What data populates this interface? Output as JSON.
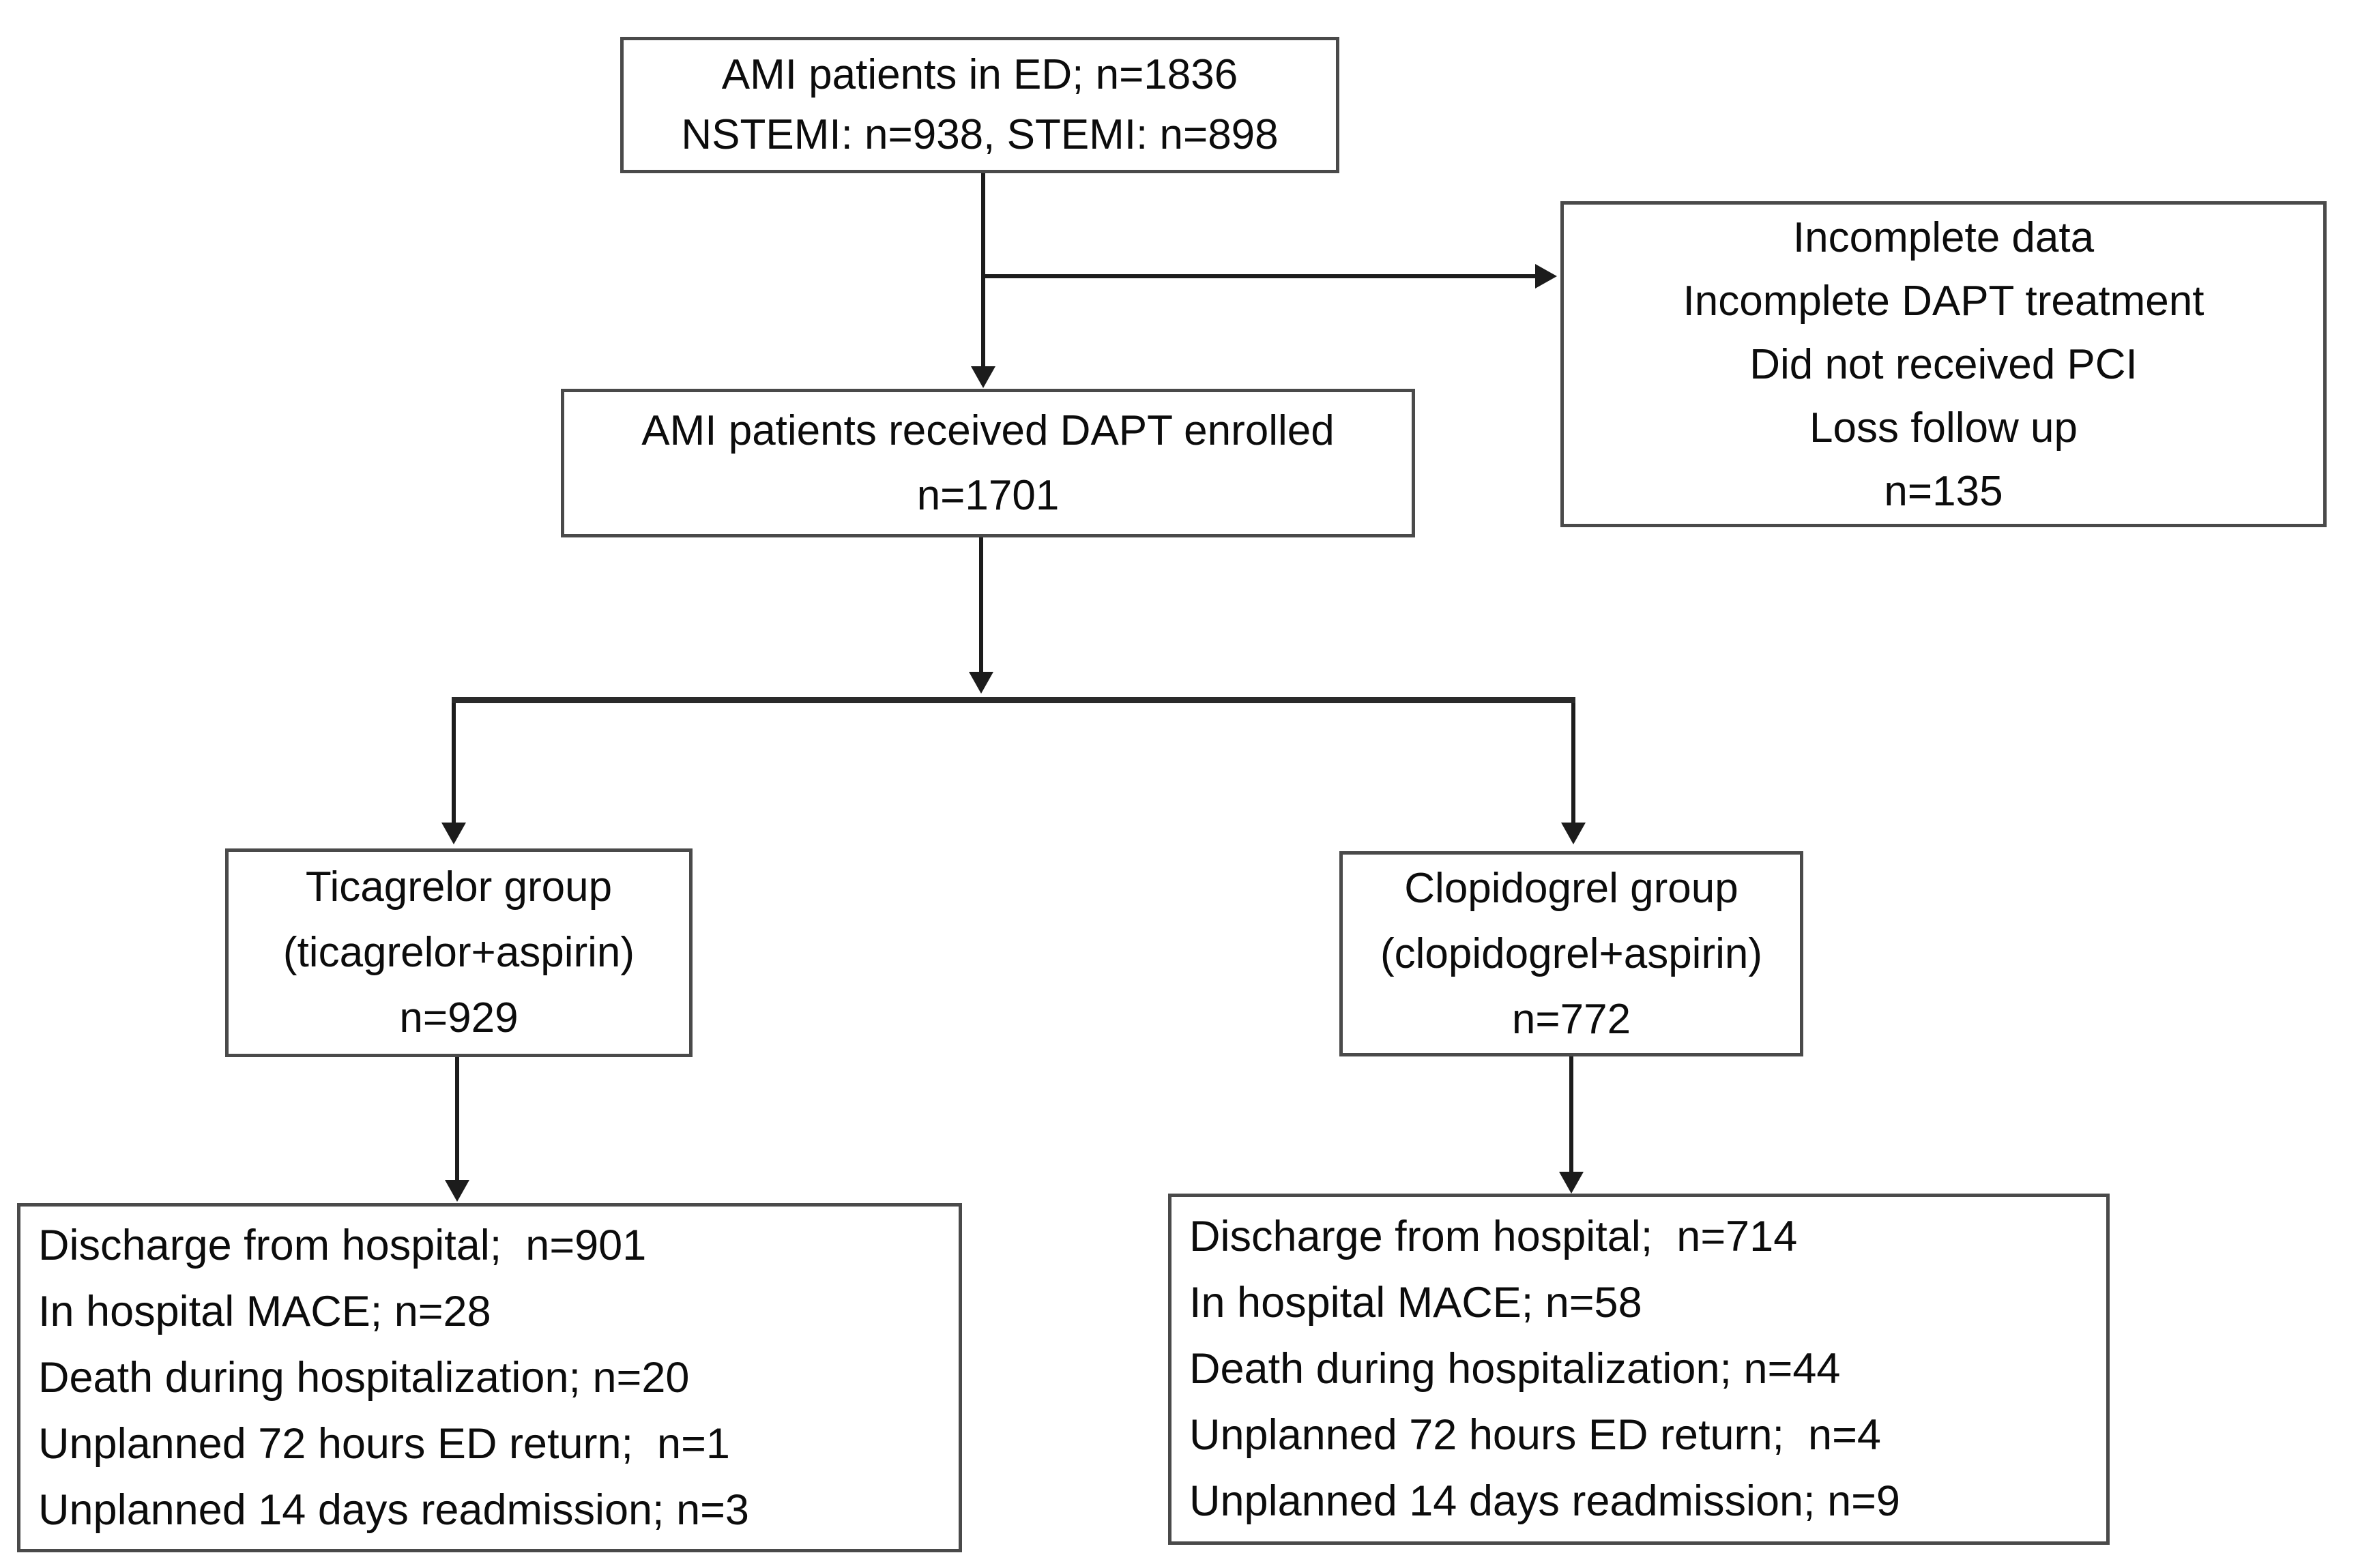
{
  "flowchart": {
    "colors": {
      "background": "#ffffff",
      "box_border": "#4a4a4a",
      "connector_line": "#1c1c1c",
      "text": "#0c0c0c"
    },
    "boxes": {
      "ed": {
        "lines": [
          "AMI patients in ED; n=1836",
          "NSTEMI: n=938, STEMI: n=898"
        ]
      },
      "excluded": {
        "lines": [
          "Incomplete data",
          "Incomplete DAPT treatment",
          "Did not received PCI",
          "Loss follow up",
          "n=135"
        ]
      },
      "enrolled": {
        "lines": [
          "AMI patients received DAPT enrolled",
          "n=1701"
        ]
      },
      "ticagrelor": {
        "lines": [
          "Ticagrelor group",
          "(ticagrelor+aspirin)",
          "n=929"
        ]
      },
      "clopidogrel": {
        "lines": [
          "Clopidogrel group",
          "(clopidogrel+aspirin)",
          "n=772"
        ]
      },
      "ticagrelor_outcomes": {
        "lines": [
          "Discharge from hospital;  n=901",
          "In hospital MACE; n=28",
          "Death during hospitalization; n=20",
          "Unplanned 72 hours ED return;  n=1",
          "Unplanned 14 days readmission; n=3"
        ]
      },
      "clopidogrel_outcomes": {
        "lines": [
          "Discharge from hospital;  n=714",
          "In hospital MACE; n=58",
          "Death during hospitalization; n=44",
          "Unplanned 72 hours ED return;  n=4",
          "Unplanned 14 days readmission; n=9"
        ]
      }
    }
  }
}
